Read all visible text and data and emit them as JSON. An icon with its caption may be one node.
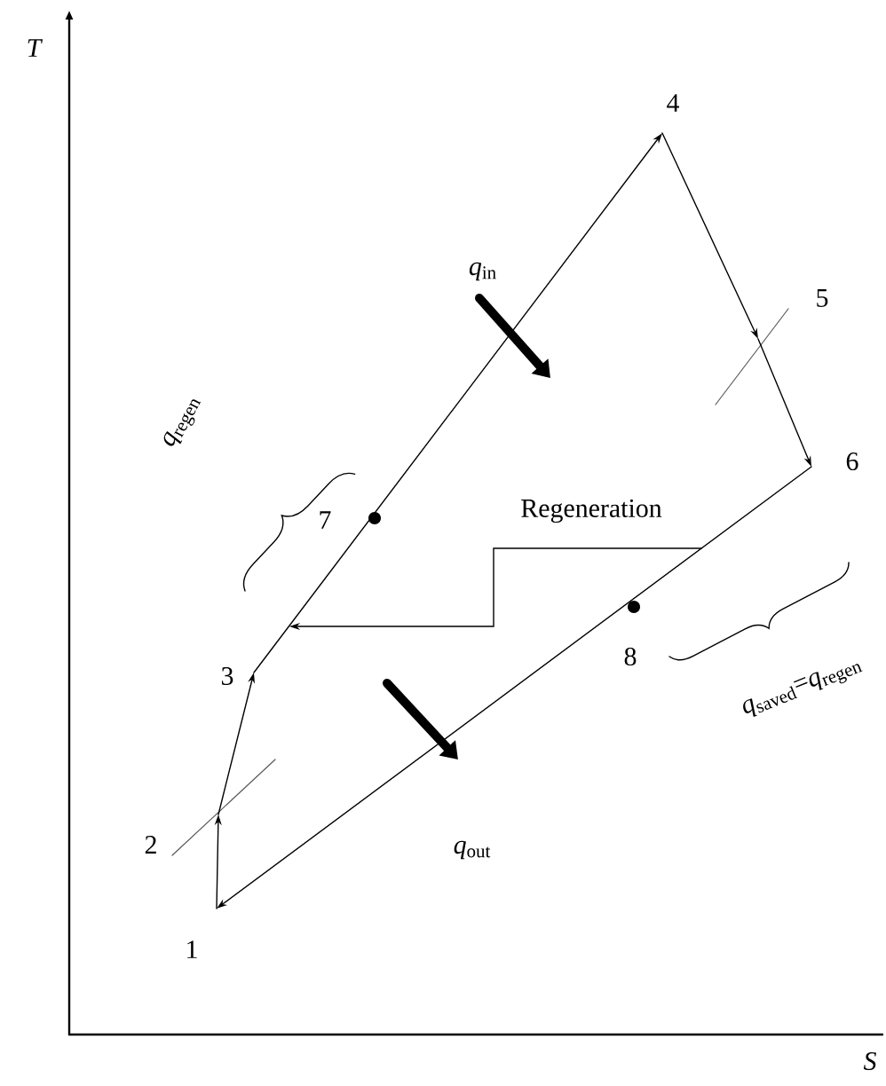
{
  "diagram": {
    "nodes": [
      {
        "text": [
          "1"
        ]
      },
      {
        "text": [
          "2"
        ]
      },
      {
        "text": [
          "3"
        ]
      },
      {
        "text": [
          "4"
        ]
      },
      {
        "text": [
          "5"
        ]
      },
      {
        "text": [
          "6"
        ]
      },
      {
        "text": [],
        "shape": "circle",
        "beside": [
          "7"
        ]
      },
      {
        "text": [],
        "shape": "circle",
        "beside": [
          "8"
        ]
      }
    ],
    "edges": [
      {
        "from": 0,
        "to": 1,
        "arrow": "to"
      },
      {
        "from": 1,
        "to": 2,
        "arrow": "to"
      },
      {
        "from": 2,
        "to": 3,
        "arrow": "to"
      },
      {
        "from": 3,
        "to": 4,
        "arrow": "to"
      },
      {
        "from": 4,
        "to": 5,
        "arrow": "to"
      },
      {
        "from": 5,
        "to": 0,
        "arrow": "to"
      }
    ],
    "labels": [
      "T",
      "*q*$_{in}$",
      "*q*$_{regen}$",
      "Regeneration",
      "*q*$_{saved}$=*q*$_{regen}$",
      "*q*$_{out}$",
      "S"
    ]
  }
}
